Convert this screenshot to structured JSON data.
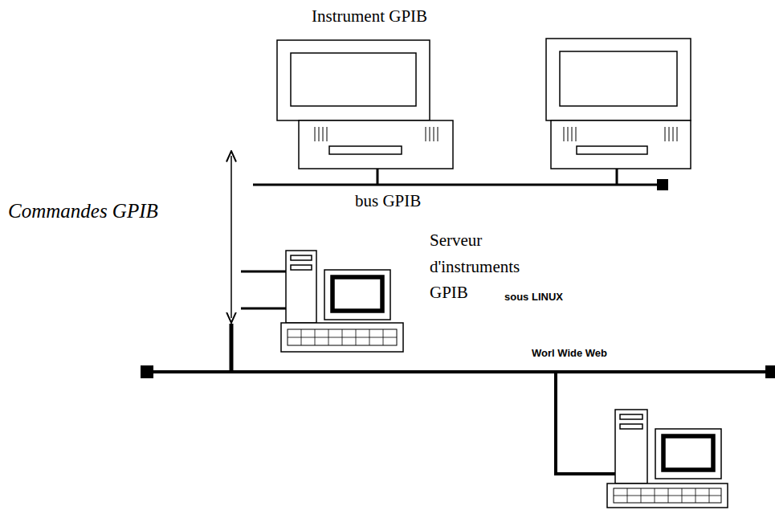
{
  "diagram": {
    "labels": [
      "Instrument GPIB",
      "bus GPIB",
      "Commandes GPIB",
      "Serveur d'instruments GPIB",
      "sous LINUX",
      "Worl Wide Web"
    ]
  }
}
